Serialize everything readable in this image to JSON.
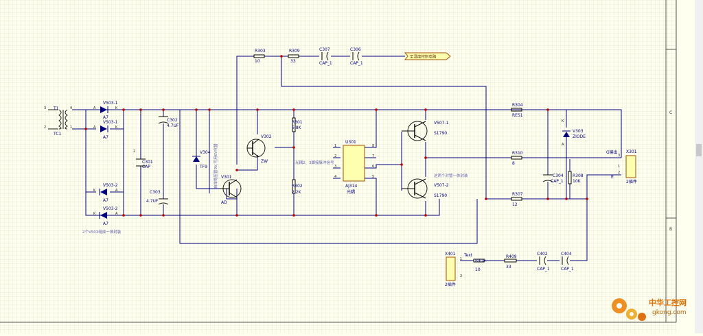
{
  "zones": {
    "c": "C",
    "b": "B"
  },
  "port_label": "至温度控制电路",
  "sig_label": "G输出",
  "labels": {
    "t1": "T1",
    "t1_sub": "TC1",
    "t1_p1": "1",
    "t1_p2": "2",
    "t1_p3": "3",
    "t1_p4": "4",
    "v503_1": "V503-1",
    "v503_1b": "V503-1",
    "v503_2": "V503-2",
    "v503_2b": "V503-2",
    "a7a": "A7",
    "a7b": "A7",
    "a7c": "A7",
    "a7d": "A7",
    "note_bridge": "2个V503组成一体封装",
    "r303": "R303",
    "r303_v": "10",
    "r309": "R309",
    "r309_v": "33",
    "c307": "C307",
    "c307_v": "CAP_1",
    "c306": "C306",
    "c306_v": "CAP_1",
    "c302": "C302",
    "c302_v": "4.7UF",
    "c301": "C301",
    "c301_v": "CAP",
    "c303": "C303",
    "c303_v": "4.7UF",
    "v304": "V304",
    "v304_v": "TF9",
    "v304_note": "自举稳压管9V,可用6V代替",
    "v302": "V302",
    "v302_v": "ZW",
    "v301": "V301",
    "v301_v": "AD",
    "r301": "R301",
    "r301_v": "6.8K",
    "r302": "R302",
    "r302_v": "2.2K",
    "u301": "U301",
    "u301_v": "AJ314",
    "u301_sub": "光耦",
    "note_opto": "光耦2、3脚接脉冲信号",
    "u301_p1": "1",
    "u301_p2": "2",
    "u301_p3": "3",
    "u301_p4": "4",
    "u301_p5": "5",
    "u301_p6": "6",
    "u301_p7": "7",
    "u301_p8": "8",
    "v507_1": "V507-1",
    "v507_1v": "S1790",
    "v507_2": "V507-2",
    "v507_2v": "S1790",
    "note_pair": "这两个对管一体封装",
    "r304": "R304",
    "r304_v": "RES1",
    "v303": "V303",
    "v303_v": "ZIODE",
    "v303_k": "K",
    "v303_a": "A",
    "r310": "R310",
    "r310_v": "8",
    "c304": "C304",
    "c304_v": "CAP_1",
    "r308": "R308",
    "r308_v": "10K",
    "r307": "R307",
    "r307_v": "12",
    "x301": "X301",
    "x301_v": "2插件",
    "x301_p1": "1",
    "x301_p2": "2",
    "x301_p3": "3",
    "x401": "X401",
    "x401_v": "2插件",
    "x401_p1": "1",
    "x401_p2": "2",
    "r403": "R403",
    "r403_v": "10",
    "r409": "R409",
    "r409_v": "33",
    "c402": "C402",
    "c402_v": "CAP_1",
    "c404": "C404",
    "c404_v": "CAP_1",
    "text_lbl": "Text",
    "e_lbl": "E"
  },
  "watermark": {
    "main": "中华工控网",
    "sub": "gkong.com"
  },
  "colors": {
    "background": "#fffff0",
    "grid": "#d8d8c0",
    "wire": "#000080",
    "junction": "#c00000"
  }
}
